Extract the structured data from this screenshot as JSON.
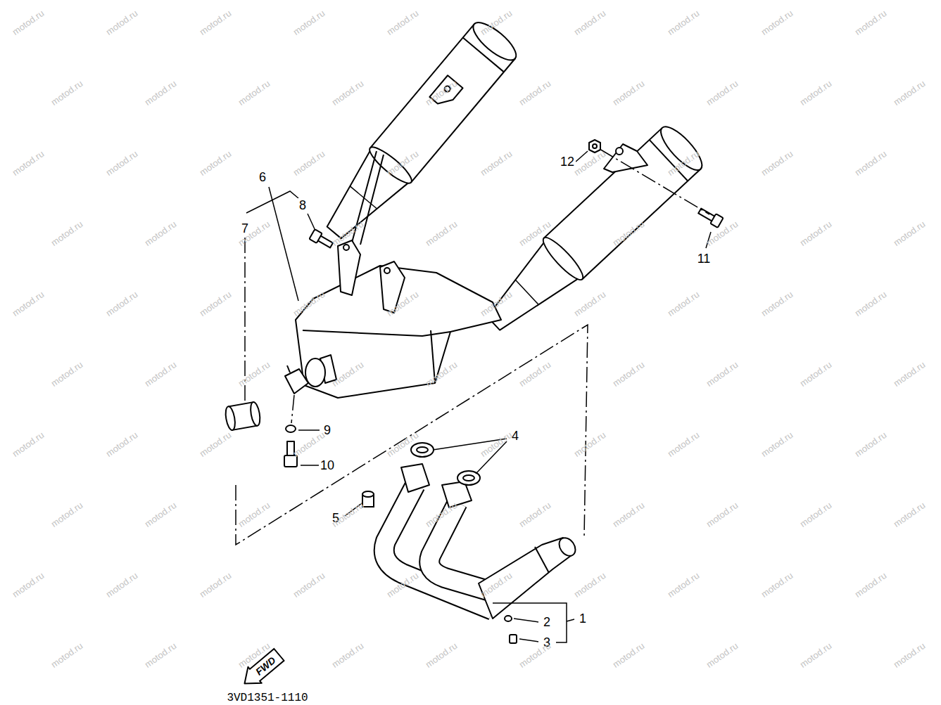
{
  "diagram": {
    "nodes": [
      {
        "text": [
          "FWD"
        ]
      }
    ],
    "labels": [
      "6",
      "8",
      "7",
      "12",
      "11",
      "9",
      "10",
      "4",
      "5",
      "2",
      "1",
      "3",
      "3VD1351-1110",
      "motod.ru",
      "motod.ru",
      "motod.ru",
      "motod.ru",
      "motod.ru",
      "motod.ru",
      "motod.ru",
      "motod.ru",
      "motod.ru",
      "motod.ru",
      "motod.ru",
      "motod.ru",
      "motod.ru",
      "motod.ru",
      "motod.ru",
      "motod.ru",
      "motod.ru",
      "motod.ru",
      "motod.ru",
      "motod.ru",
      "motod.ru",
      "motod.ru",
      "motod.ru",
      "motod.ru",
      "motod.ru",
      "motod.ru",
      "motod.ru",
      "motod.ru",
      "motod.ru",
      "motod.ru",
      "motod.ru",
      "motod.ru",
      "motod.ru",
      "motod.ru",
      "motod.ru",
      "motod.ru",
      "motod.ru",
      "motod.ru",
      "motod.ru",
      "motod.ru",
      "motod.ru",
      "motod.ru",
      "motod.ru",
      "motod.ru",
      "motod.ru",
      "motod.ru",
      "motod.ru",
      "motod.ru",
      "motod.ru",
      "motod.ru",
      "motod.ru",
      "motod.ru",
      "motod.ru",
      "motod.ru",
      "motod.ru",
      "motod.ru",
      "motod.ru",
      "motod.ru",
      "motod.ru",
      "motod.ru",
      "motod.ru",
      "motod.ru",
      "motod.ru",
      "motod.ru",
      "motod.ru",
      "motod.ru",
      "motod.ru",
      "motod.ru",
      "motod.ru",
      "motod.ru",
      "motod.ru",
      "motod.ru",
      "motod.ru",
      "motod.ru",
      "motod.ru",
      "motod.ru",
      "motod.ru",
      "motod.ru",
      "motod.ru",
      "motod.ru",
      "motod.ru",
      "motod.ru",
      "motod.ru",
      "motod.ru",
      "motod.ru",
      "motod.ru",
      "motod.ru",
      "motod.ru",
      "motod.ru",
      "motod.ru",
      "motod.ru",
      "motod.ru",
      "motod.ru",
      "motod.ru",
      "motod.ru",
      "motod.ru",
      "motod.ru",
      "motod.ru",
      "motod.ru",
      "motod.ru"
    ]
  }
}
